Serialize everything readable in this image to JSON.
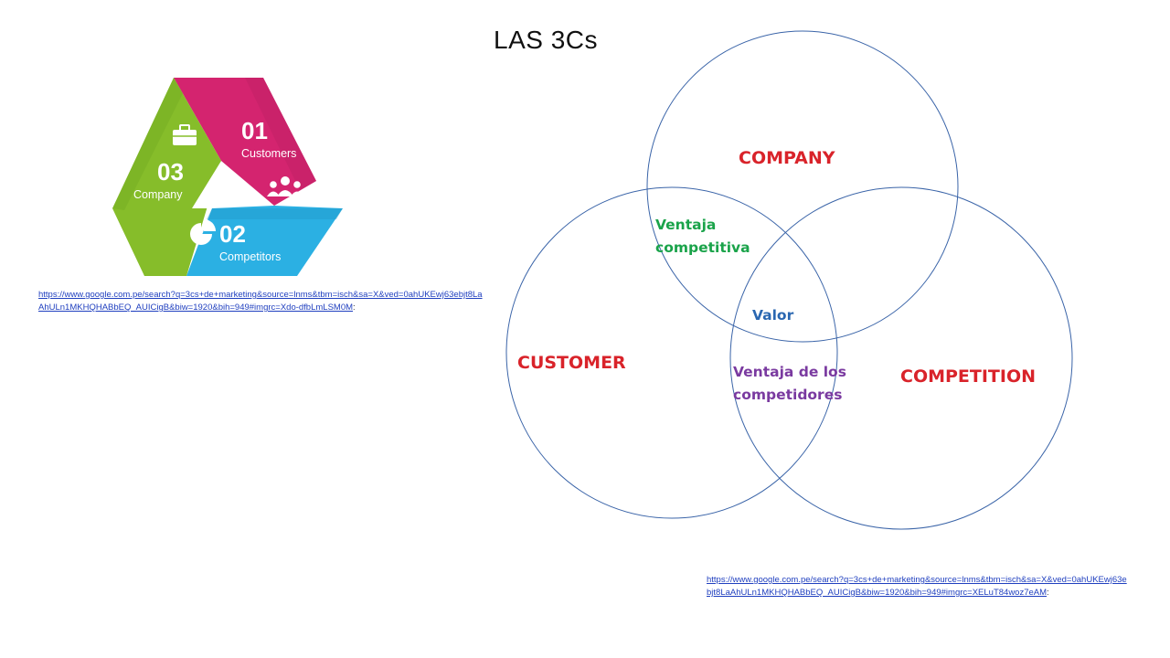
{
  "title": "LAS 3Cs",
  "logo_graphic": {
    "items": [
      {
        "number": "01",
        "label": "Customers",
        "color": "#d4246f",
        "icon": "group-icon"
      },
      {
        "number": "02",
        "label": "Competitors",
        "color": "#2bb0e3",
        "icon": "pie-chart-icon"
      },
      {
        "number": "03",
        "label": "Company",
        "color": "#86bd2a",
        "icon": "briefcase-icon"
      }
    ]
  },
  "links": {
    "link1": "https://www.google.com.pe/search?q=3cs+de+marketing&source=lnms&tbm=isch&sa=X&ved=0ahUKEwj63ebjt8LaAhULn1MKHQHABbEQ_AUICigB&biw=1920&bih=949#imgrc=Xdo-dfbLmLSM0M",
    "link1_suffix": ":",
    "link2": "https://www.google.com.pe/search?q=3cs+de+marketing&source=lnms&tbm=isch&sa=X&ved=0ahUKEwj63ebjt8LaAhULn1MKHQHABbEQ_AUICigB&biw=1920&bih=949#imgrc=XELuT84woz7eAM",
    "link2_suffix": ":"
  },
  "venn": {
    "company": "COMPANY",
    "customer": "CUSTOMER",
    "competition": "COMPETITION",
    "ventaja_competitiva": "Ventaja competitiva",
    "valor": "Valor",
    "ventaja_competidores": "Ventaja de los competidores",
    "circle_color": "#3a64a8",
    "main_label_color": "#d9232a"
  }
}
